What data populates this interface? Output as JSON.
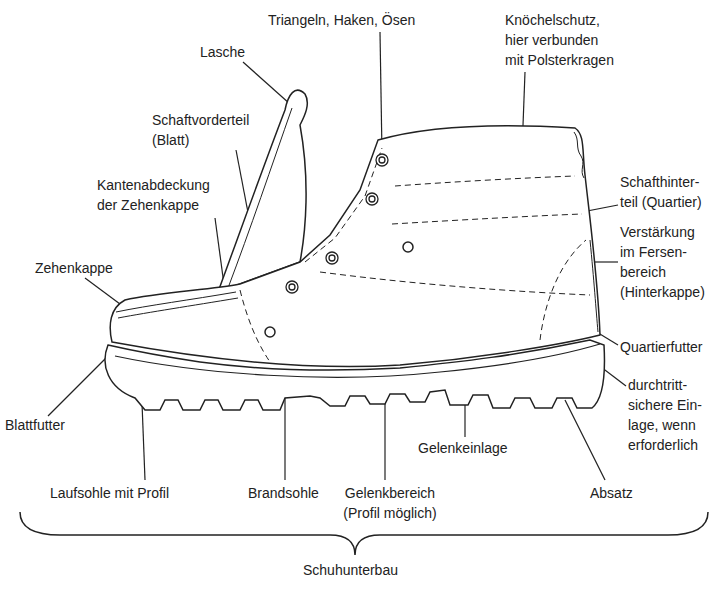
{
  "diagram": {
    "labels": [
      "Triangeln, Haken, Ösen",
      "Knöchelschutz, hier verbunden mit Polsterkragen",
      "Lasche",
      "Schaftvorderteil (Blatt)",
      "Kantenabdeckung der Zehenkappe",
      "Zehenkappe",
      "Schafthinter- teil (Quartier)",
      "Verstärkung im Fersen- bereich (Hinterkappe)",
      "Quartierfutter",
      "durchtritt- sichere Ein- lage, wenn erforderlich",
      "Blattfutter",
      "Gelenkeinlage",
      "Laufsohle mit Profil",
      "Brandsohle",
      "Gelenkbereich (Profil möglich)",
      "Absatz",
      "Schuhunterbau"
    ]
  }
}
